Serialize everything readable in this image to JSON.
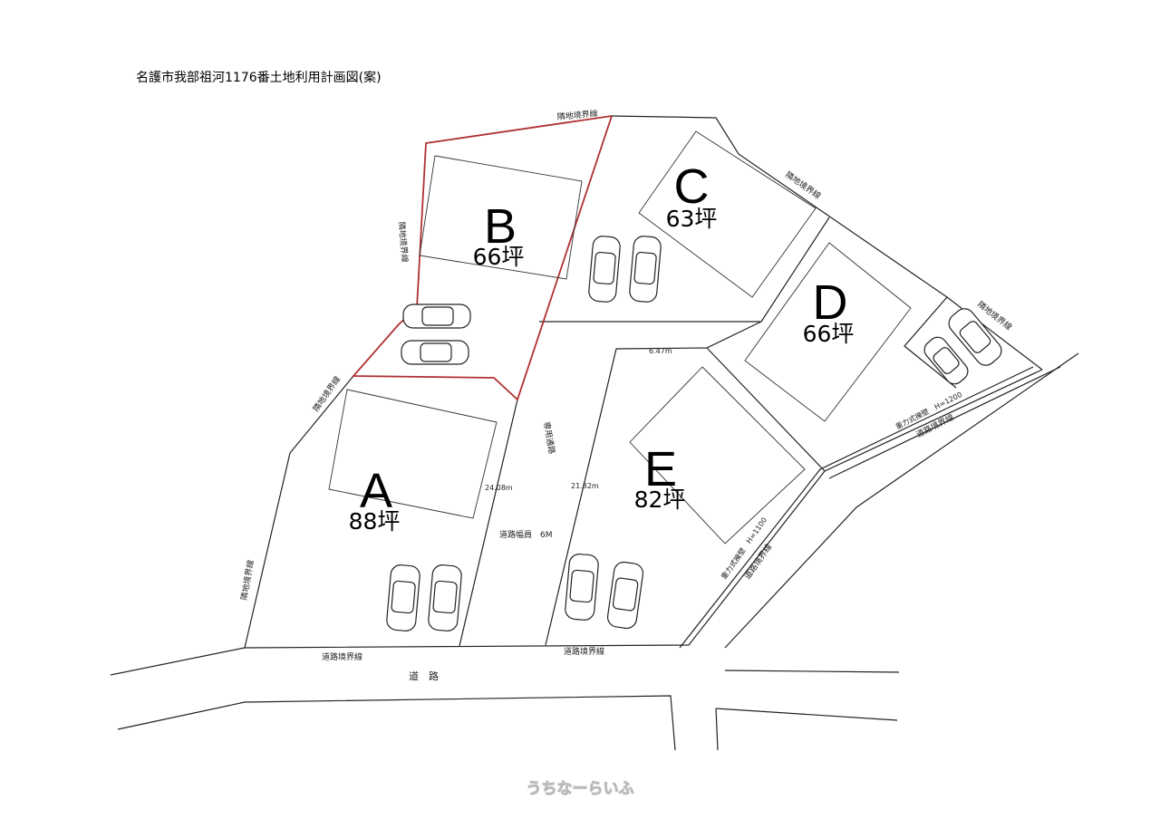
{
  "title": "名護市我部祖河1176番土地利用計画図(案)",
  "lots": [
    {
      "letter": "A",
      "area": "88坪"
    },
    {
      "letter": "B",
      "area": "66坪"
    },
    {
      "letter": "C",
      "area": "63坪"
    },
    {
      "letter": "D",
      "area": "66坪"
    },
    {
      "letter": "E",
      "area": "82坪"
    }
  ],
  "labels": {
    "neighbor_boundary": "隣地境界線",
    "road_boundary": "道路境界線",
    "private_path": "専用通路",
    "road_width": "道路幅員　6M",
    "road": "道　路",
    "retaining_wall_1200": "重力式擁壁　H=1200",
    "retaining_wall_1100": "重力式擁壁　H=1100",
    "dim_a": "24.08m",
    "dim_e": "21.82m",
    "dim_top": "6.47m"
  },
  "watermark": "うちなーらいふ",
  "colors": {
    "lot_b_boundary": "#b03030"
  }
}
